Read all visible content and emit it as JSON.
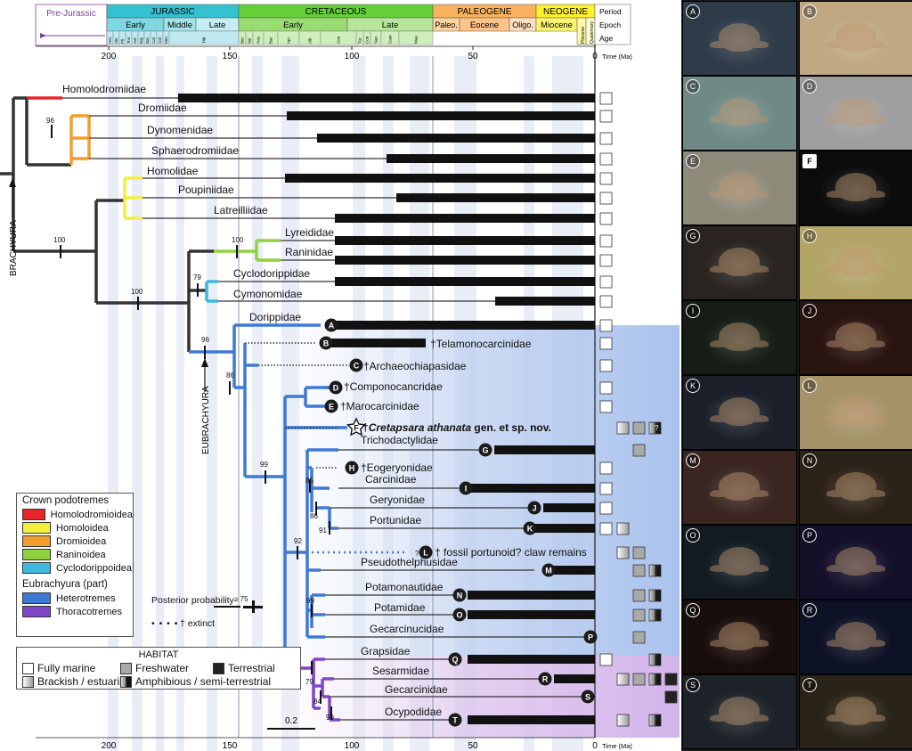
{
  "timescale": {
    "periods": [
      {
        "label": "Pre-Jurassic",
        "color": "#ffffff",
        "text": "#7d3f9c"
      },
      {
        "label": "JURASSIC",
        "color": "#35c2d0"
      },
      {
        "label": "CRETACEOUS",
        "color": "#65cf3a"
      },
      {
        "label": "PALEOGENE",
        "color": "#f9b35f"
      },
      {
        "label": "NEOGENE",
        "color": "#fff02d"
      }
    ],
    "epochs": [
      {
        "label": "Early"
      },
      {
        "label": "Middle"
      },
      {
        "label": "Late"
      },
      {
        "label": "Early"
      },
      {
        "label": "Late"
      },
      {
        "label": "Paleo."
      },
      {
        "label": "Eocene"
      },
      {
        "label": "Oligo."
      },
      {
        "label": "Miocene"
      },
      {
        "label": "Pliocene"
      },
      {
        "label": "Quaternary"
      }
    ],
    "ages": [
      "Het",
      "Sin",
      "Pli",
      "Toa",
      "Aal",
      "Baj",
      "Bat",
      "Cal",
      "Oxf",
      "Kim",
      "Tith",
      "Ber",
      "Val",
      "Hau",
      "Bar",
      "Apt",
      "Alb",
      "Cen",
      "Tur",
      "Con",
      "San",
      "Cam",
      "Maa"
    ],
    "row_labels": [
      "Period",
      "Epoch",
      "Age"
    ],
    "ticks": [
      "200",
      "150",
      "100",
      "50",
      "0"
    ],
    "axis_unit": "Time (Ma)"
  },
  "clades": [
    {
      "label": "Homolodromiidae"
    },
    {
      "label": "Dromiidae"
    },
    {
      "label": "Dynomenidae"
    },
    {
      "label": "Sphaerodromiidae"
    },
    {
      "label": "Homolidae"
    },
    {
      "label": "Poupiniidae"
    },
    {
      "label": "Latreilliidae"
    },
    {
      "label": "Lyreididae"
    },
    {
      "label": "Raninidae"
    },
    {
      "label": "Cyclodorippidae"
    },
    {
      "label": "Cymonomidae"
    },
    {
      "label": "Dorippidae"
    },
    {
      "label": "†Telamonocarcinidae"
    },
    {
      "label": "†Archaeochiapasidae"
    },
    {
      "label": "†Componocancridae"
    },
    {
      "label": "†Marocarcinidae"
    },
    {
      "label": "gen. et sp. nov.",
      "italic": "Cretapsara athanata",
      "dagger": "†"
    },
    {
      "label": "Trichodactylidae"
    },
    {
      "label": "†Eogeryonidae"
    },
    {
      "label": "Carcinidae"
    },
    {
      "label": "Geryonidae"
    },
    {
      "label": "Portunidae"
    },
    {
      "label": "fossil portunoid? claw remains",
      "dagger": "†"
    },
    {
      "label": "Pseudothelphusidae"
    },
    {
      "label": "Potamonautidae"
    },
    {
      "label": "Potamidae"
    },
    {
      "label": "Gecarcinucidae"
    },
    {
      "label": "Grapsidae"
    },
    {
      "label": "Sesarmidae"
    },
    {
      "label": "Gecarcinidae"
    },
    {
      "label": "Ocypodidae"
    }
  ],
  "node_letters": [
    "A",
    "B",
    "C",
    "D",
    "E",
    "F",
    "G",
    "H",
    "I",
    "J",
    "K",
    "L",
    "M",
    "N",
    "O",
    "P",
    "Q",
    "R",
    "S",
    "T"
  ],
  "support_values": [
    "96",
    "100",
    "100",
    "100",
    "79",
    "96",
    "86",
    "99",
    "85",
    "86",
    "91",
    "92",
    "99",
    "79",
    "84",
    "99"
  ],
  "side_labels": {
    "brachyura": "BRACHYURA",
    "eubrachyura": "EUBRACHYURA"
  },
  "uncertain_mark": "?",
  "crown_legend": {
    "title": "Crown podotremes",
    "items": [
      {
        "label": "Homolodromioidea",
        "color": "#e8262a"
      },
      {
        "label": "Homoloidea",
        "color": "#f3ee3c"
      },
      {
        "label": "Dromioidea",
        "color": "#f29d2e"
      },
      {
        "label": "Raninoidea",
        "color": "#8fd13f"
      },
      {
        "label": "Cyclodorippoidea",
        "color": "#3fb9e0"
      }
    ]
  },
  "eubra_legend": {
    "title": "Eubrachyura (part)",
    "items": [
      {
        "label": "Heterotremes",
        "color": "#3f79d6"
      },
      {
        "label": "Thoracotremes",
        "color": "#8047c8"
      }
    ]
  },
  "posterior": {
    "label": "Posterior probability",
    "threshold": "≥ 75",
    "extinct": "† extinct"
  },
  "habitat": {
    "title": "HABITAT",
    "items": [
      {
        "label": "Fully marine"
      },
      {
        "label": "Freshwater"
      },
      {
        "label": "Terrestrial"
      },
      {
        "label": "Brackish / estuarine"
      },
      {
        "label": "Amphibious / semi-terrestrial"
      }
    ]
  },
  "scale_bar": "0.2",
  "photos": [
    {
      "letter": "A",
      "bg": "#2e3b48"
    },
    {
      "letter": "B",
      "bg": "#bfa882"
    },
    {
      "letter": "C",
      "bg": "#6f8a86"
    },
    {
      "letter": "D",
      "bg": "#9e9e9e"
    },
    {
      "letter": "E",
      "bg": "#8d8a7a"
    },
    {
      "letter": "F",
      "bg": "#0c0c0c",
      "star": true
    },
    {
      "letter": "G",
      "bg": "#2a2420"
    },
    {
      "letter": "H",
      "bg": "#b3a468"
    },
    {
      "letter": "I",
      "bg": "#151d15"
    },
    {
      "letter": "J",
      "bg": "#2a1410"
    },
    {
      "letter": "K",
      "bg": "#1a1f2a"
    },
    {
      "letter": "L",
      "bg": "#a59268"
    },
    {
      "letter": "M",
      "bg": "#3a2520"
    },
    {
      "letter": "N",
      "bg": "#2c2218"
    },
    {
      "letter": "O",
      "bg": "#121b22"
    },
    {
      "letter": "P",
      "bg": "#14102a"
    },
    {
      "letter": "Q",
      "bg": "#1a0e0c"
    },
    {
      "letter": "R",
      "bg": "#0e1226"
    },
    {
      "letter": "S",
      "bg": "#1c2228"
    },
    {
      "letter": "T",
      "bg": "#2a2418"
    }
  ]
}
